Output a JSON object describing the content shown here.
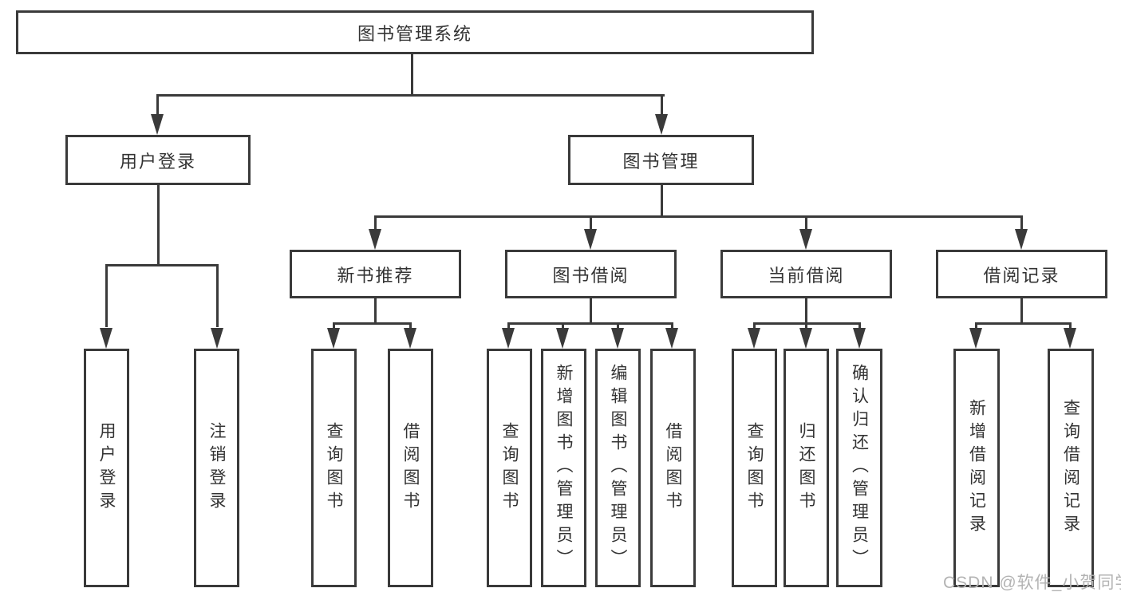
{
  "root": {
    "label": "图书管理系统"
  },
  "level2": {
    "user_login": "用户登录",
    "book_management": "图书管理"
  },
  "level3": {
    "new_book_rec": "新书推荐",
    "book_borrowing": "图书借阅",
    "current_borrowing": "当前借阅",
    "borrowing_records": "借阅记录"
  },
  "leaves": {
    "user_login": [
      "用户登录",
      "注销登录"
    ],
    "new_book_rec": [
      "查询图书",
      "借阅图书"
    ],
    "book_borrowing": [
      "查询图书",
      "新增图书（管理员）",
      "编辑图书（管理员）",
      "借阅图书"
    ],
    "current_borrowing": [
      "查询图书",
      "归还图书",
      "确认归还（管理员）"
    ],
    "borrowing_records": [
      "新增借阅记录",
      "查询借阅记录"
    ]
  },
  "watermark": "CSDN @软件_小贺同学",
  "colors": {
    "line": "#3a3a3a",
    "text": "#333333",
    "watermark": "#b3b3b3",
    "background": "#ffffff"
  }
}
